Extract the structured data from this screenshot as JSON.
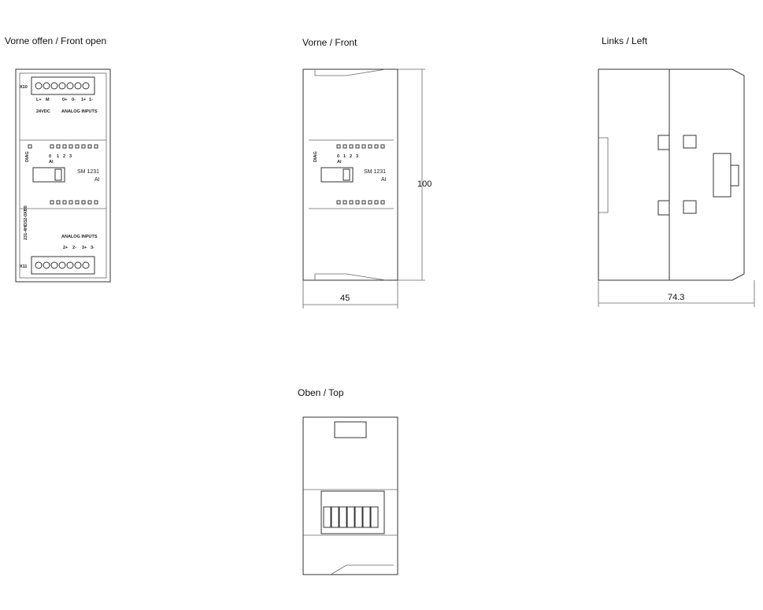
{
  "views": {
    "front_open": {
      "title": "Vorne offen / Front open"
    },
    "front": {
      "title": "Vorne / Front"
    },
    "left": {
      "title": "Links / Left"
    },
    "top": {
      "title": "Oben / Top"
    }
  },
  "labels": {
    "connector_top": "X10",
    "connector_bottom": "X11",
    "diag": "DIAG",
    "module_name": "SM 1231",
    "module_type": "AI",
    "channel_0": "0",
    "channel_1": "1",
    "channel_2": "2",
    "channel_3": "3",
    "ai": "AI",
    "power_l": "L+",
    "power_m": "M",
    "supply": "24VDC",
    "analog_inputs": "ANALOG INPUTS",
    "order_number": "231-4HD32-0XB0",
    "ch0_plus": "0+",
    "ch0_minus": "0-",
    "ch1_plus": "1+",
    "ch1_minus": "1-",
    "ch2_plus": "2+",
    "ch2_minus": "2-",
    "ch3_plus": "3+",
    "ch3_minus": "3-"
  },
  "dimensions": {
    "height": "100",
    "width": "45",
    "depth": "74.3"
  }
}
